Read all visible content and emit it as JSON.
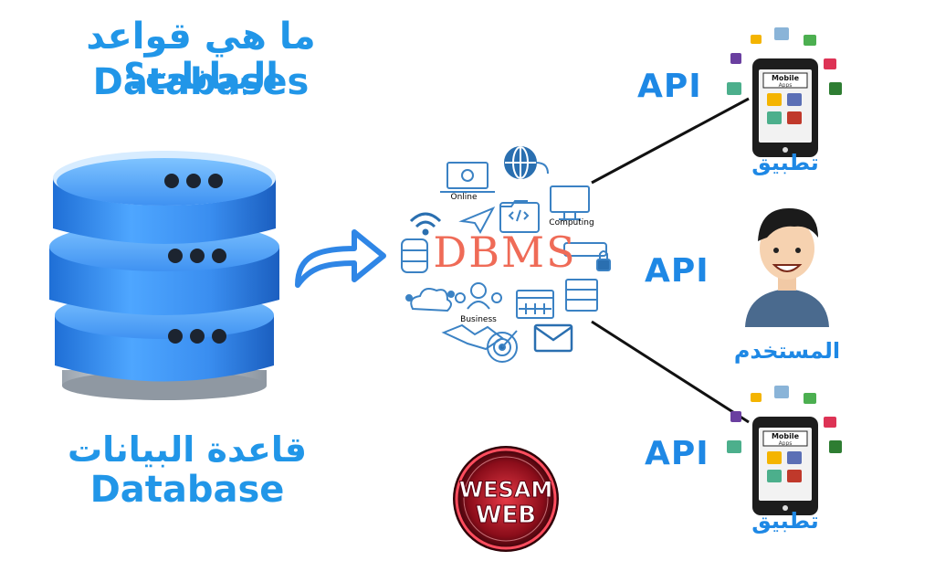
{
  "heading": {
    "arabic": "ما هي قواعد البيانات؟",
    "english": "Databases"
  },
  "database": {
    "label_ar": "قاعدة البيانات",
    "label_en": "Database"
  },
  "dbms": {
    "title": "DBMS",
    "tags": [
      "Online",
      "Computing",
      "Business"
    ]
  },
  "clients": [
    {
      "api_label": "API",
      "label": "تطبيق",
      "kind": "mobile-app",
      "screen_text": [
        "Mobile",
        "Apps"
      ]
    },
    {
      "api_label": "API",
      "label": "المستخدم",
      "kind": "user"
    },
    {
      "api_label": "API",
      "label": "تطبيق",
      "kind": "mobile-app",
      "screen_text": [
        "Mobile",
        "Apps"
      ]
    }
  ],
  "logo": {
    "line1": "WESAM",
    "line2": "WEB"
  },
  "colors": {
    "accent": "#2196e8",
    "db_blue": "#3b8ff0",
    "dbms_red": "#ef6b57",
    "logo_red": "#c8102e"
  },
  "icons": [
    "server-stack-icon",
    "arrow-right-icon",
    "smartphone-icon",
    "person-avatar-icon",
    "globe-icon",
    "laptop-icon",
    "monitor-icon",
    "cloud-icon",
    "envelope-icon",
    "target-icon",
    "calendar-icon",
    "handshake-icon",
    "padlock-icon",
    "wifi-icon",
    "paper-plane-icon",
    "code-folder-icon"
  ]
}
